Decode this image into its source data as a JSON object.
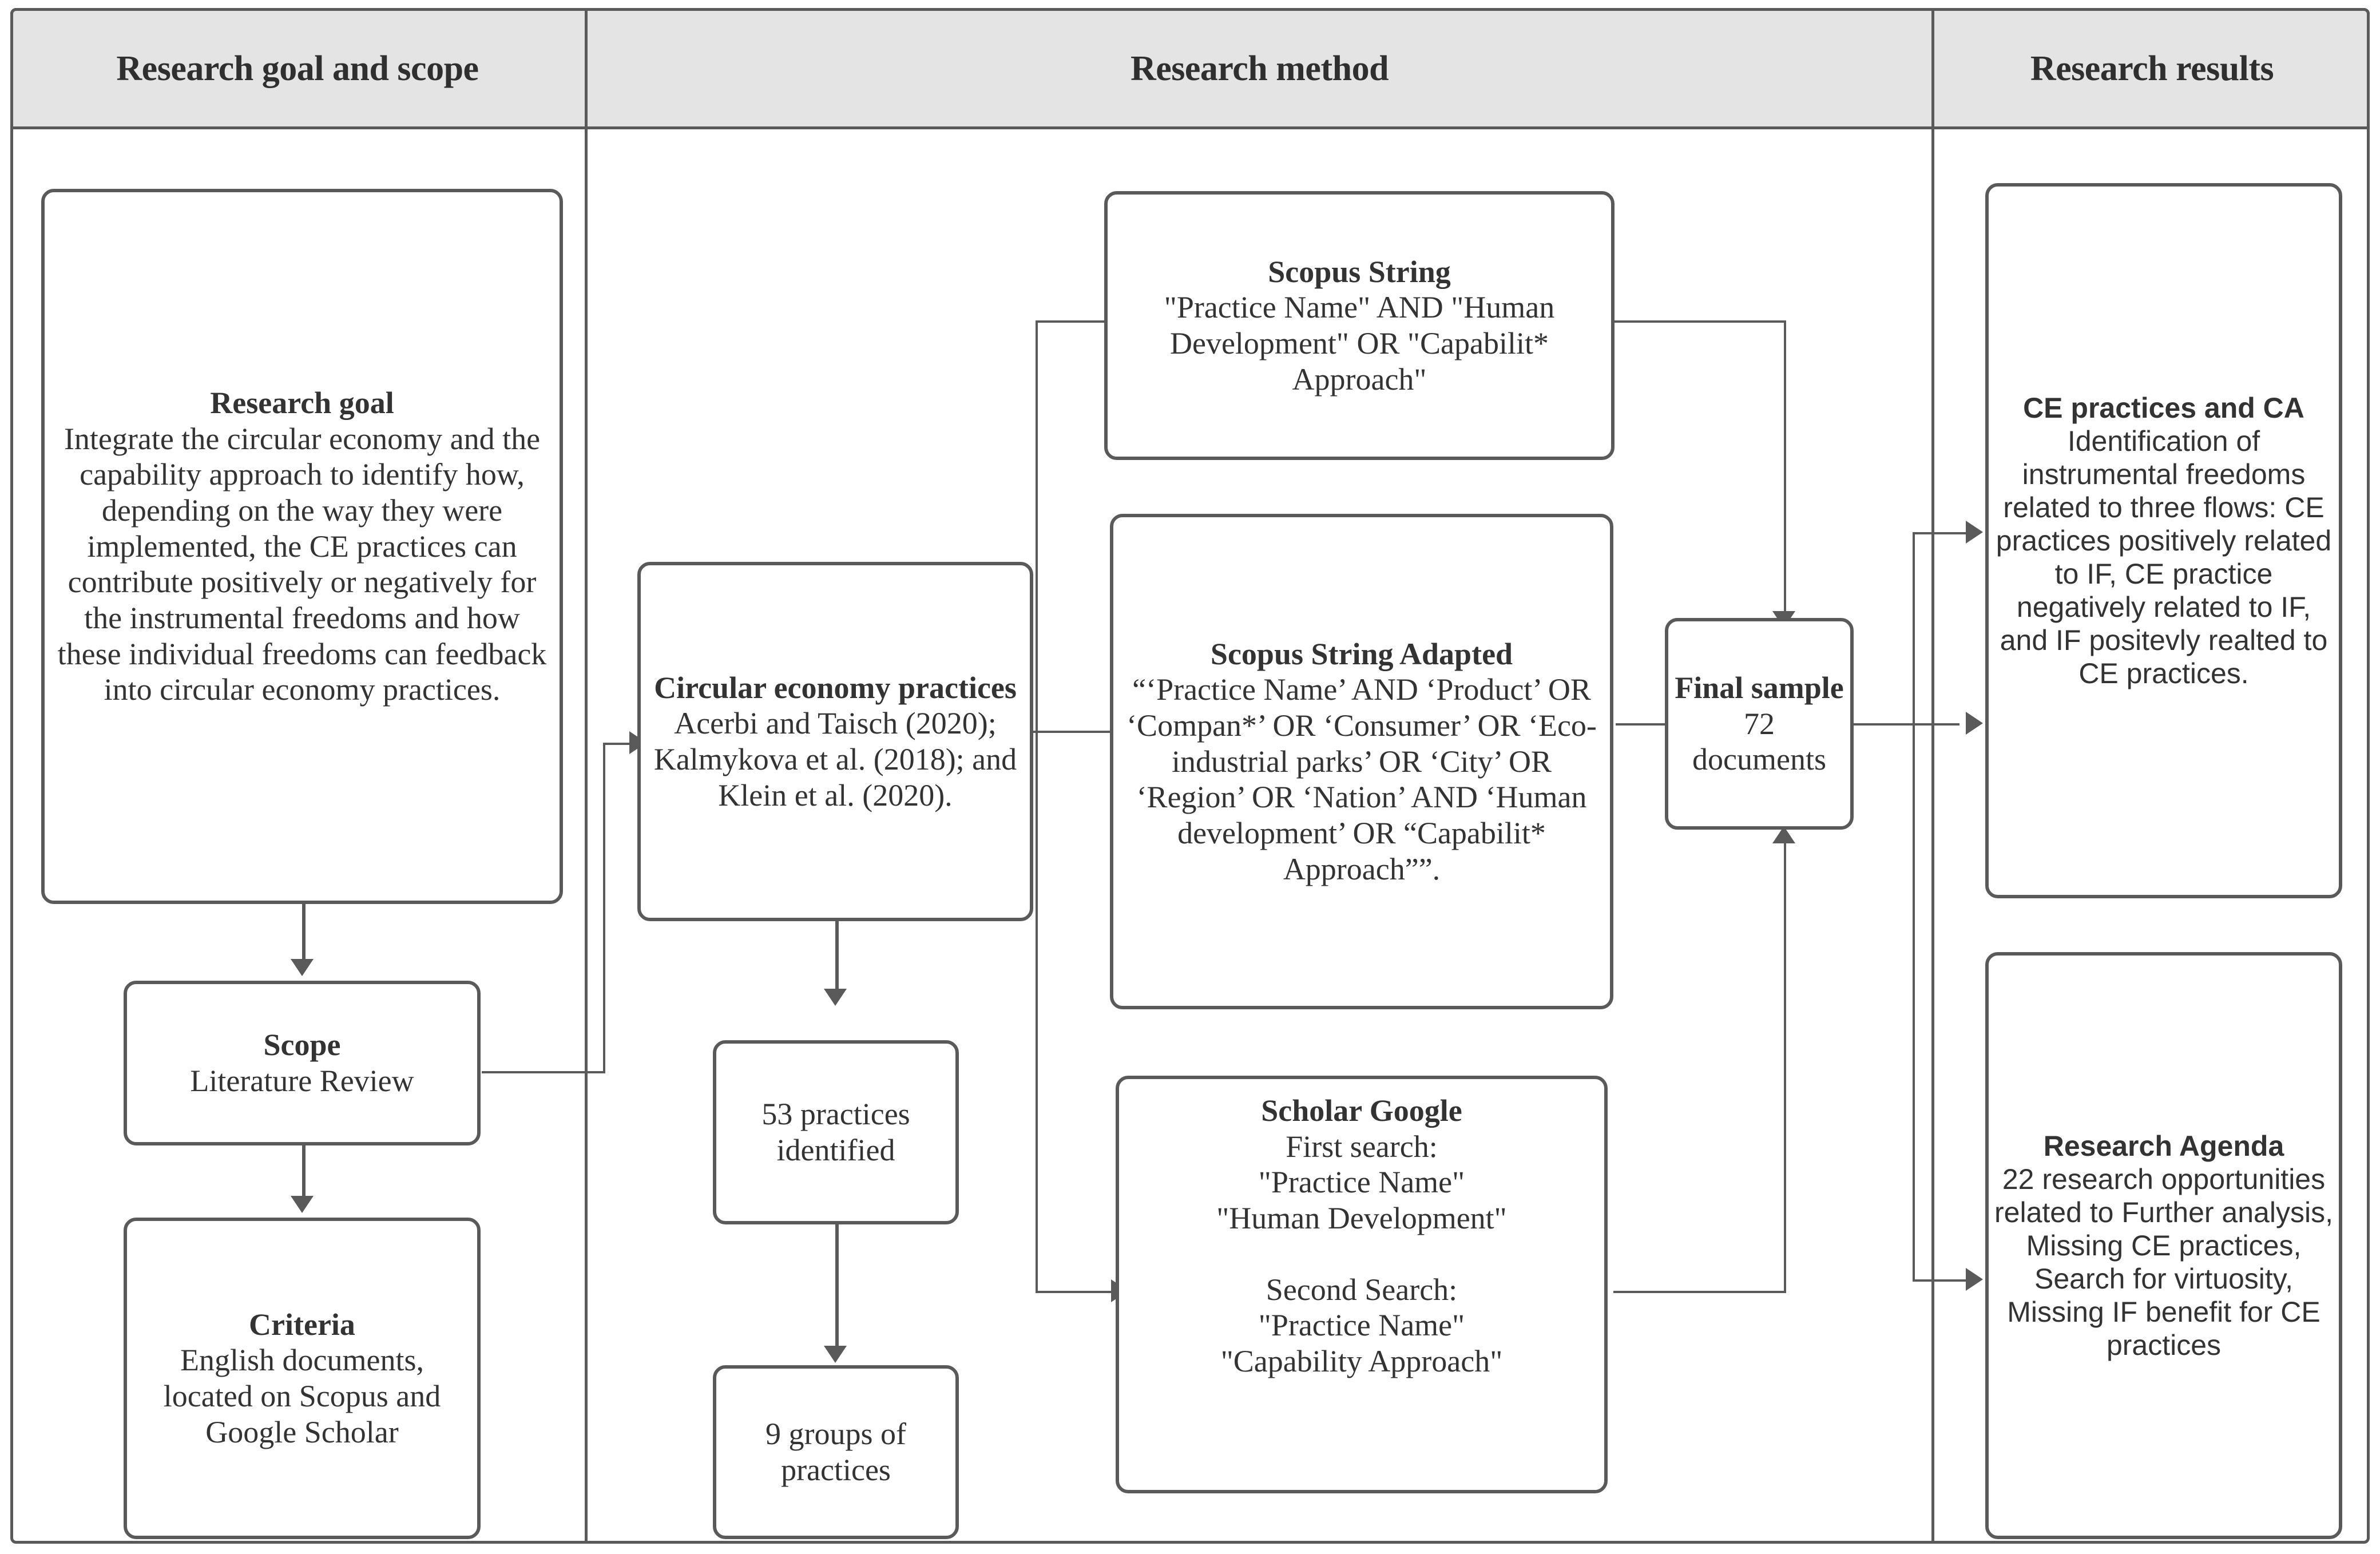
{
  "columns": [
    {
      "title": "Research goal and scope"
    },
    {
      "title": "Research method"
    },
    {
      "title": "Research results"
    }
  ],
  "nodes": {
    "research_goal": {
      "title": "Research goal",
      "body": "Integrate the circular economy and the capability approach to identify how, depending on the way they were implemented,  the CE practices can contribute positively or negatively for the instrumental freedoms and how these individual freedoms can feedback into circular economy practices."
    },
    "scope": {
      "title": "Scope",
      "body": "Literature Review"
    },
    "criteria": {
      "title": "Criteria",
      "body": "English documents, located on Scopus and Google Scholar"
    },
    "ce_practices": {
      "title": "Circular economy practices",
      "body": "Acerbi and Taisch (2020); Kalmykova et al. (2018); and Klein et al. (2020)."
    },
    "practices_identified": {
      "title": "",
      "body": "53 practices identified"
    },
    "groups_of_practices": {
      "title": "",
      "body": "9 groups of practices"
    },
    "scopus_string": {
      "title": "Scopus String",
      "body": "\"Practice Name\" AND \"Human Development\" OR \"Capabilit* Approach\""
    },
    "scopus_string_adapted": {
      "title": "Scopus String Adapted",
      "body": "“‘Practice Name’ AND ‘Product’ OR ‘Compan*’ OR ‘Consumer’ OR ‘Eco-industrial parks’ OR ‘City’ OR ‘Region’ OR ‘Nation’ AND ‘Human development’ OR “Capabilit* Approach””."
    },
    "scholar_google": {
      "title": "Scholar Google",
      "line1": "First search:",
      "line2": "\"Practice Name\"",
      "line3": "\"Human Development\"",
      "line4": "Second Search:",
      "line5": "\"Practice Name\"",
      "line6": "\"Capability Approach\""
    },
    "final_sample": {
      "title": "Final sample",
      "body": "72 documents"
    },
    "ce_practices_and_ca": {
      "title": "CE practices and CA",
      "body": "Identification of instrumental freedoms related to three flows: CE practices positively related to IF, CE practice negatively related to IF, and IF positevly realted to CE practices."
    },
    "research_agenda": {
      "title": "Research Agenda",
      "body": "22 research opportunities related to Further analysis, Missing CE practices, Search for virtuosity, Missing IF benefit for CE practices"
    }
  },
  "colors": {
    "stroke": "#5a5a5a",
    "header_fill": "#e4e4e4",
    "text": "#333333",
    "background": "#ffffff"
  }
}
